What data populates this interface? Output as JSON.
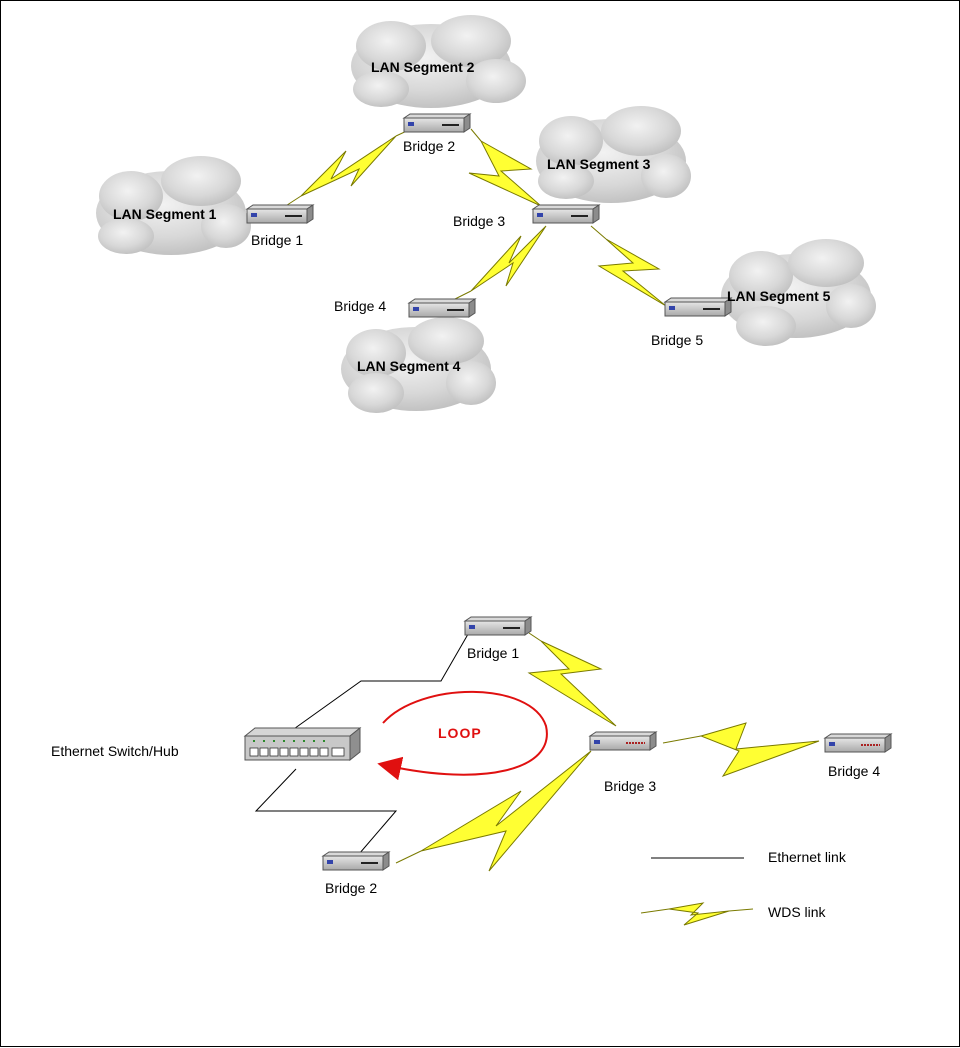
{
  "top_diagram": {
    "segments": [
      "LAN Segment 1",
      "LAN Segment 2",
      "LAN Segment 3",
      "LAN Segment 4",
      "LAN Segment 5"
    ],
    "bridges": [
      "Bridge 1",
      "Bridge 2",
      "Bridge 3",
      "Bridge 4",
      "Bridge 5"
    ]
  },
  "bottom_diagram": {
    "switch_label": "Ethernet Switch/Hub",
    "loop_label": "LOOP",
    "bridges": [
      "Bridge 1",
      "Bridge 2",
      "Bridge 3",
      "Bridge 4"
    ]
  },
  "legend": {
    "ethernet_link": "Ethernet link",
    "wds_link": "WDS link"
  },
  "colors": {
    "wds": "#ffff33",
    "wds_stroke": "#7a7a00",
    "loop": "#e01010",
    "cloud": "#d4d4d4",
    "device": "#b8b8b8"
  }
}
